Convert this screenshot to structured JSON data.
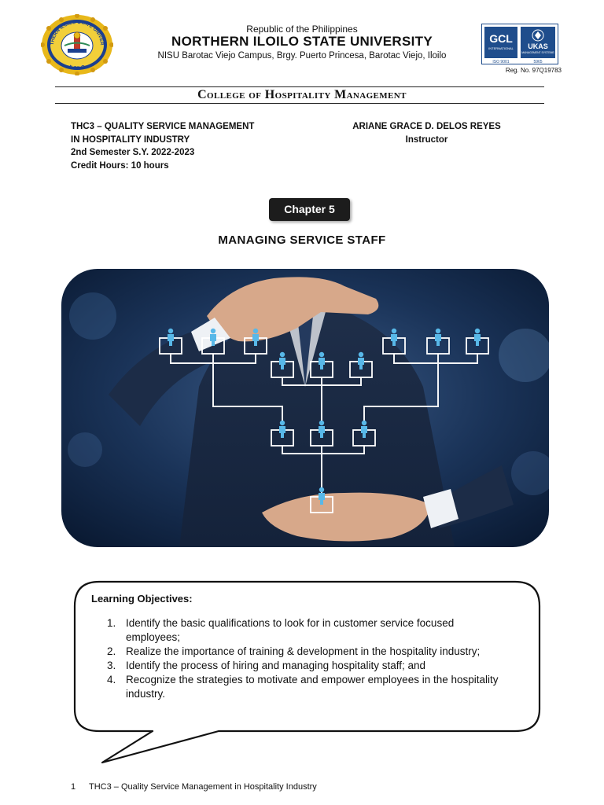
{
  "header": {
    "republic": "Republic of the Philippines",
    "university": "NORTHERN ILOILO STATE UNIVERSITY",
    "campus": "NISU Barotac Viejo Campus, Brgy. Puerto Princesa, Barotac Viejo, Iloilo",
    "seal_text_top": "NORTHERN ILOILO STATE UNIVERSITY",
    "seal_text_bottom": "ILOILO",
    "reg_no": "Reg. No. 97Q19783",
    "cert_gcl": "GCL",
    "cert_gcl_sub": "INTERNATIONAL",
    "cert_ukas": "UKAS",
    "cert_ukas_sub": "MANAGEMENT SYSTEMS",
    "cert_iso": "ISO 9001",
    "cert_num": "5965"
  },
  "college": "College of Hospitality Management",
  "course": {
    "line1": "THC3 – QUALITY SERVICE MANAGEMENT",
    "line2": "IN HOSPITALITY INDUSTRY",
    "semester": "2nd Semester S.Y. 2022-2023",
    "credit_hours": "Credit Hours: 10 hours"
  },
  "instructor": {
    "name": "ARIANE GRACE D. DELOS REYES",
    "role": "Instructor"
  },
  "chapter": {
    "badge": "Chapter 5",
    "title": "MANAGING SERVICE STAFF"
  },
  "learning_objectives": {
    "title": "Learning Objectives:",
    "items": [
      {
        "num": "1.",
        "text": "Identify the basic qualifications to look for in customer service focused employees;"
      },
      {
        "num": "2.",
        "text": "Realize the importance of training & development in the hospitality industry;"
      },
      {
        "num": "3.",
        "text": "Identify the process of hiring and managing hospitality staff; and"
      },
      {
        "num": "4.",
        "text": "Recognize the strategies to motivate and empower employees in the hospitality industry."
      }
    ]
  },
  "footer": {
    "page_number": "1",
    "text": "THC3  – Quality Service Management in Hospitality Industry"
  },
  "colors": {
    "seal_gold": "#e8b81a",
    "seal_blue": "#1b3f8f",
    "cert_blue": "#1f4d8c",
    "hero_dark": "#0c1d36",
    "person_icon": "#58b8e8"
  }
}
